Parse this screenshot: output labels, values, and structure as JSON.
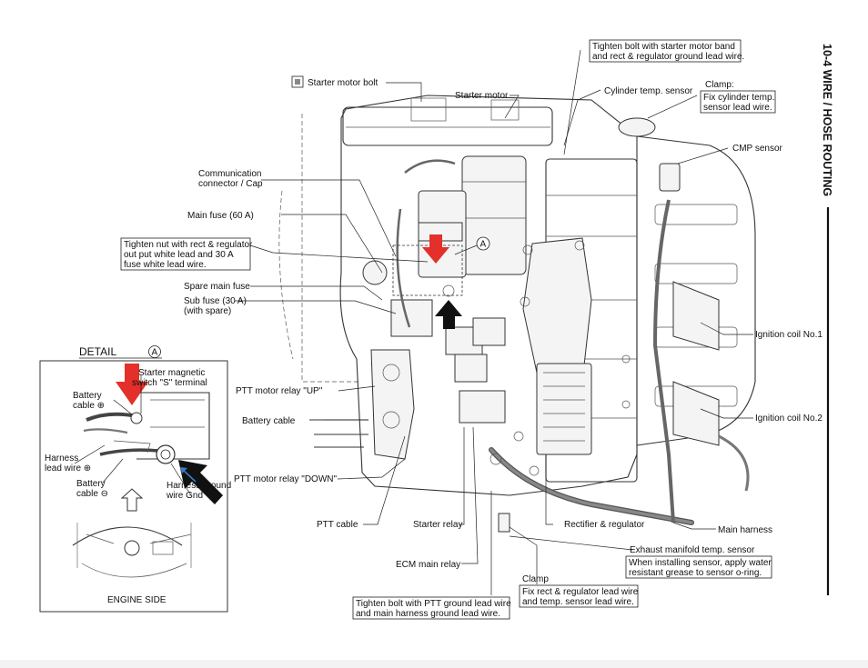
{
  "section_header": "10-4  WIRE / HOSE ROUTING",
  "detail": {
    "title": "DETAIL",
    "marker": "A",
    "labels": {
      "starter_switch_l1": "Starter magnetic",
      "starter_switch_l2": "switch \"S\" terminal",
      "battery_plus_l1": "Battery",
      "battery_plus_l2": "cable ⊕",
      "harness_plus_l1": "Harness",
      "harness_plus_l2": "lead wire ⊕",
      "battery_minus_l1": "Battery",
      "battery_minus_l2": "cable ⊖",
      "harness_ground_l1": "Harness ground",
      "harness_ground_l2": "wire Gnd",
      "engine_side": "ENGINE SIDE"
    }
  },
  "callouts": {
    "starter_motor_bolt": "Starter motor bolt",
    "starter_motor": "Starter motor",
    "tighten_bolt_band_l1": "Tighten bolt with starter motor band",
    "tighten_bolt_band_l2": "and rect & regulator ground lead wire.",
    "cylinder_temp_sensor": "Cylinder temp. sensor",
    "clamp_top": "Clamp:",
    "fix_cyl_l1": "Fix cylinder temp.",
    "fix_cyl_l2": "sensor lead wire.",
    "cmp_sensor": "CMP sensor",
    "communication_l1": "Communication",
    "communication_l2": "connector / Cap",
    "main_fuse": "Main fuse (60 A)",
    "tighten_nut_l1": "Tighten nut with rect & regulator",
    "tighten_nut_l2": "out put white lead and 30 A",
    "tighten_nut_l3": "fuse white lead wire.",
    "spare_main_fuse": "Spare main fuse",
    "sub_fuse_l1": "Sub fuse (30 A)",
    "sub_fuse_l2": "(with spare)",
    "marker_a": "A",
    "ignition_coil_1": "Ignition coil No.1",
    "ignition_coil_2": "Ignition coil No.2",
    "ptt_relay_up": "PTT motor relay \"UP\"",
    "battery_cable": "Battery cable",
    "ptt_relay_down": "PTT motor relay \"DOWN\"",
    "ptt_cable": "PTT cable",
    "starter_relay": "Starter relay",
    "rectifier": "Rectifier & regulator",
    "main_harness": "Main harness",
    "exhaust_sensor": "Exhaust manifold temp. sensor",
    "exhaust_note_l1": "When installing sensor, apply water",
    "exhaust_note_l2": "resistant grease to sensor o-ring.",
    "ecm_main_relay": "ECM main relay",
    "clamp_bottom": "Clamp",
    "fix_rect_l1": "Fix rect & regulator lead wire",
    "fix_rect_l2": "and temp. sensor lead wire.",
    "tighten_ptt_l1": "Tighten bolt with PTT ground lead wire",
    "tighten_ptt_l2": "and main harness ground lead wire."
  },
  "colors": {
    "red_arrow": "#e4302a",
    "black_arrow": "#111111",
    "blue_arrow": "#3a7ac8"
  }
}
